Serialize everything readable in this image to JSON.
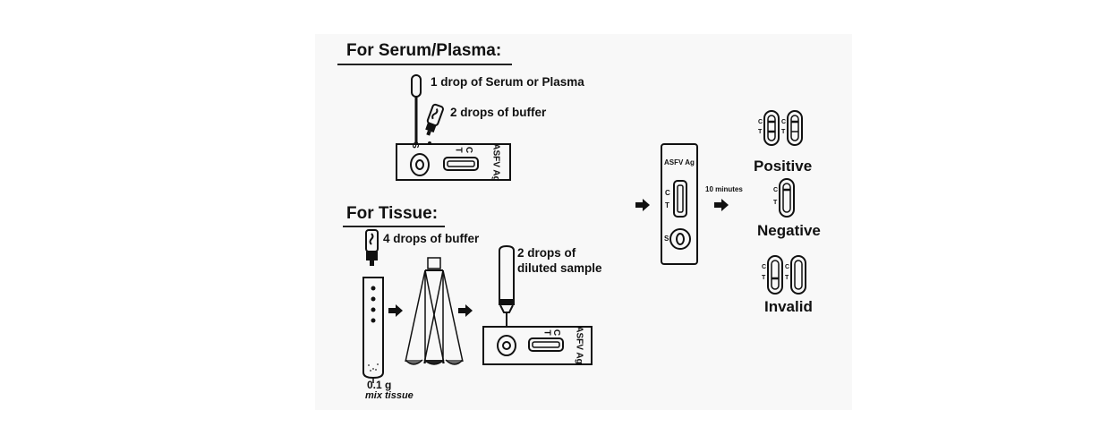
{
  "serum_section": {
    "heading": "For Serum/Plasma:",
    "step1": "1 drop of Serum or Plasma",
    "step2": "2 drops of buffer",
    "cassette_label": "ASFV Ag",
    "cassette_s": "S",
    "cassette_t": "T",
    "cassette_c": "C"
  },
  "tissue_section": {
    "heading": "For Tissue:",
    "step1": "4 drops of buffer",
    "sample_amount": "0.1 g",
    "sample_desc": "mix tissue",
    "step2_line1": "2 drops of",
    "step2_line2": "diluted sample",
    "cassette_label": "ASFV Ag",
    "cassette_t": "T",
    "cassette_c": "C"
  },
  "center_cassette": {
    "label": "ASFV Ag",
    "c": "C",
    "t": "T",
    "s": "S",
    "wait_time": "10 minutes"
  },
  "results": {
    "positive": "Positive",
    "negative": "Negative",
    "invalid": "Invalid",
    "c": "C",
    "t": "T"
  }
}
